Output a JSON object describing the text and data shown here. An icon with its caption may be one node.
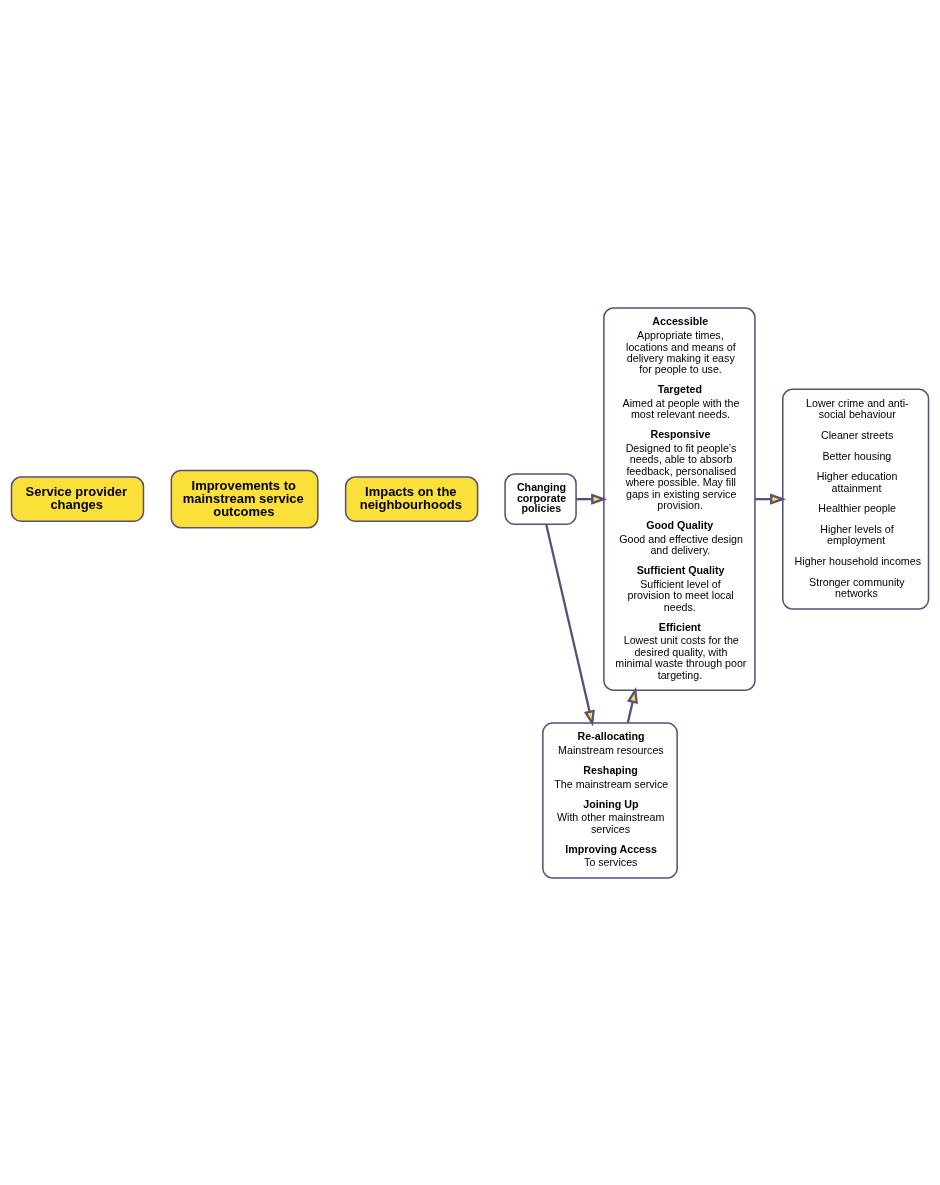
{
  "diagram": {
    "nodes": [
      {
        "text": [
          "Service provider changes"
        ]
      },
      {
        "text": [
          "Improvements to mainstream service outcomes"
        ]
      },
      {
        "text": [
          "Impacts on the neighbourhoods"
        ]
      },
      {
        "text": [
          "Changing corporate policies"
        ]
      },
      {
        "text": [
          "Re-allocating",
          "Mainstream resources",
          "Reshaping",
          "The mainstream service",
          "Joining Up",
          "With other mainstream services",
          "Improving Access",
          "To services"
        ]
      },
      {
        "text": [
          "Accessible",
          "Appropriate times, locations and means of delivery making it easy for people to use.",
          "Targeted",
          "Aimed at people with the most relevant needs.",
          "Responsive",
          "Designed to fit people’s needs, able to absorb feedback, personalised where possible. May fill gaps in existing service provision.",
          "Good Quality",
          "Good and effective design and delivery.",
          "Sufficient Quality",
          "Sufficient level of provision to meet local needs.",
          "Efficient",
          "Lowest unit costs for the desired quality, with minimal waste through poor targeting."
        ]
      },
      {
        "text": [
          "Lower crime and anti-social behaviour",
          "Cleaner streets",
          "Better housing",
          "Higher education attainment",
          "Healthier people",
          "Higher levels of employment",
          "Higher household incomes",
          "Stronger community networks"
        ]
      }
    ],
    "edges": [
      {
        "from": 3,
        "to": 5,
        "arrow": "to"
      },
      {
        "from": 3,
        "to": 4,
        "arrow": "to"
      },
      {
        "from": 4,
        "to": 5,
        "arrow": "to"
      },
      {
        "from": 5,
        "to": 6,
        "arrow": "to"
      }
    ]
  }
}
